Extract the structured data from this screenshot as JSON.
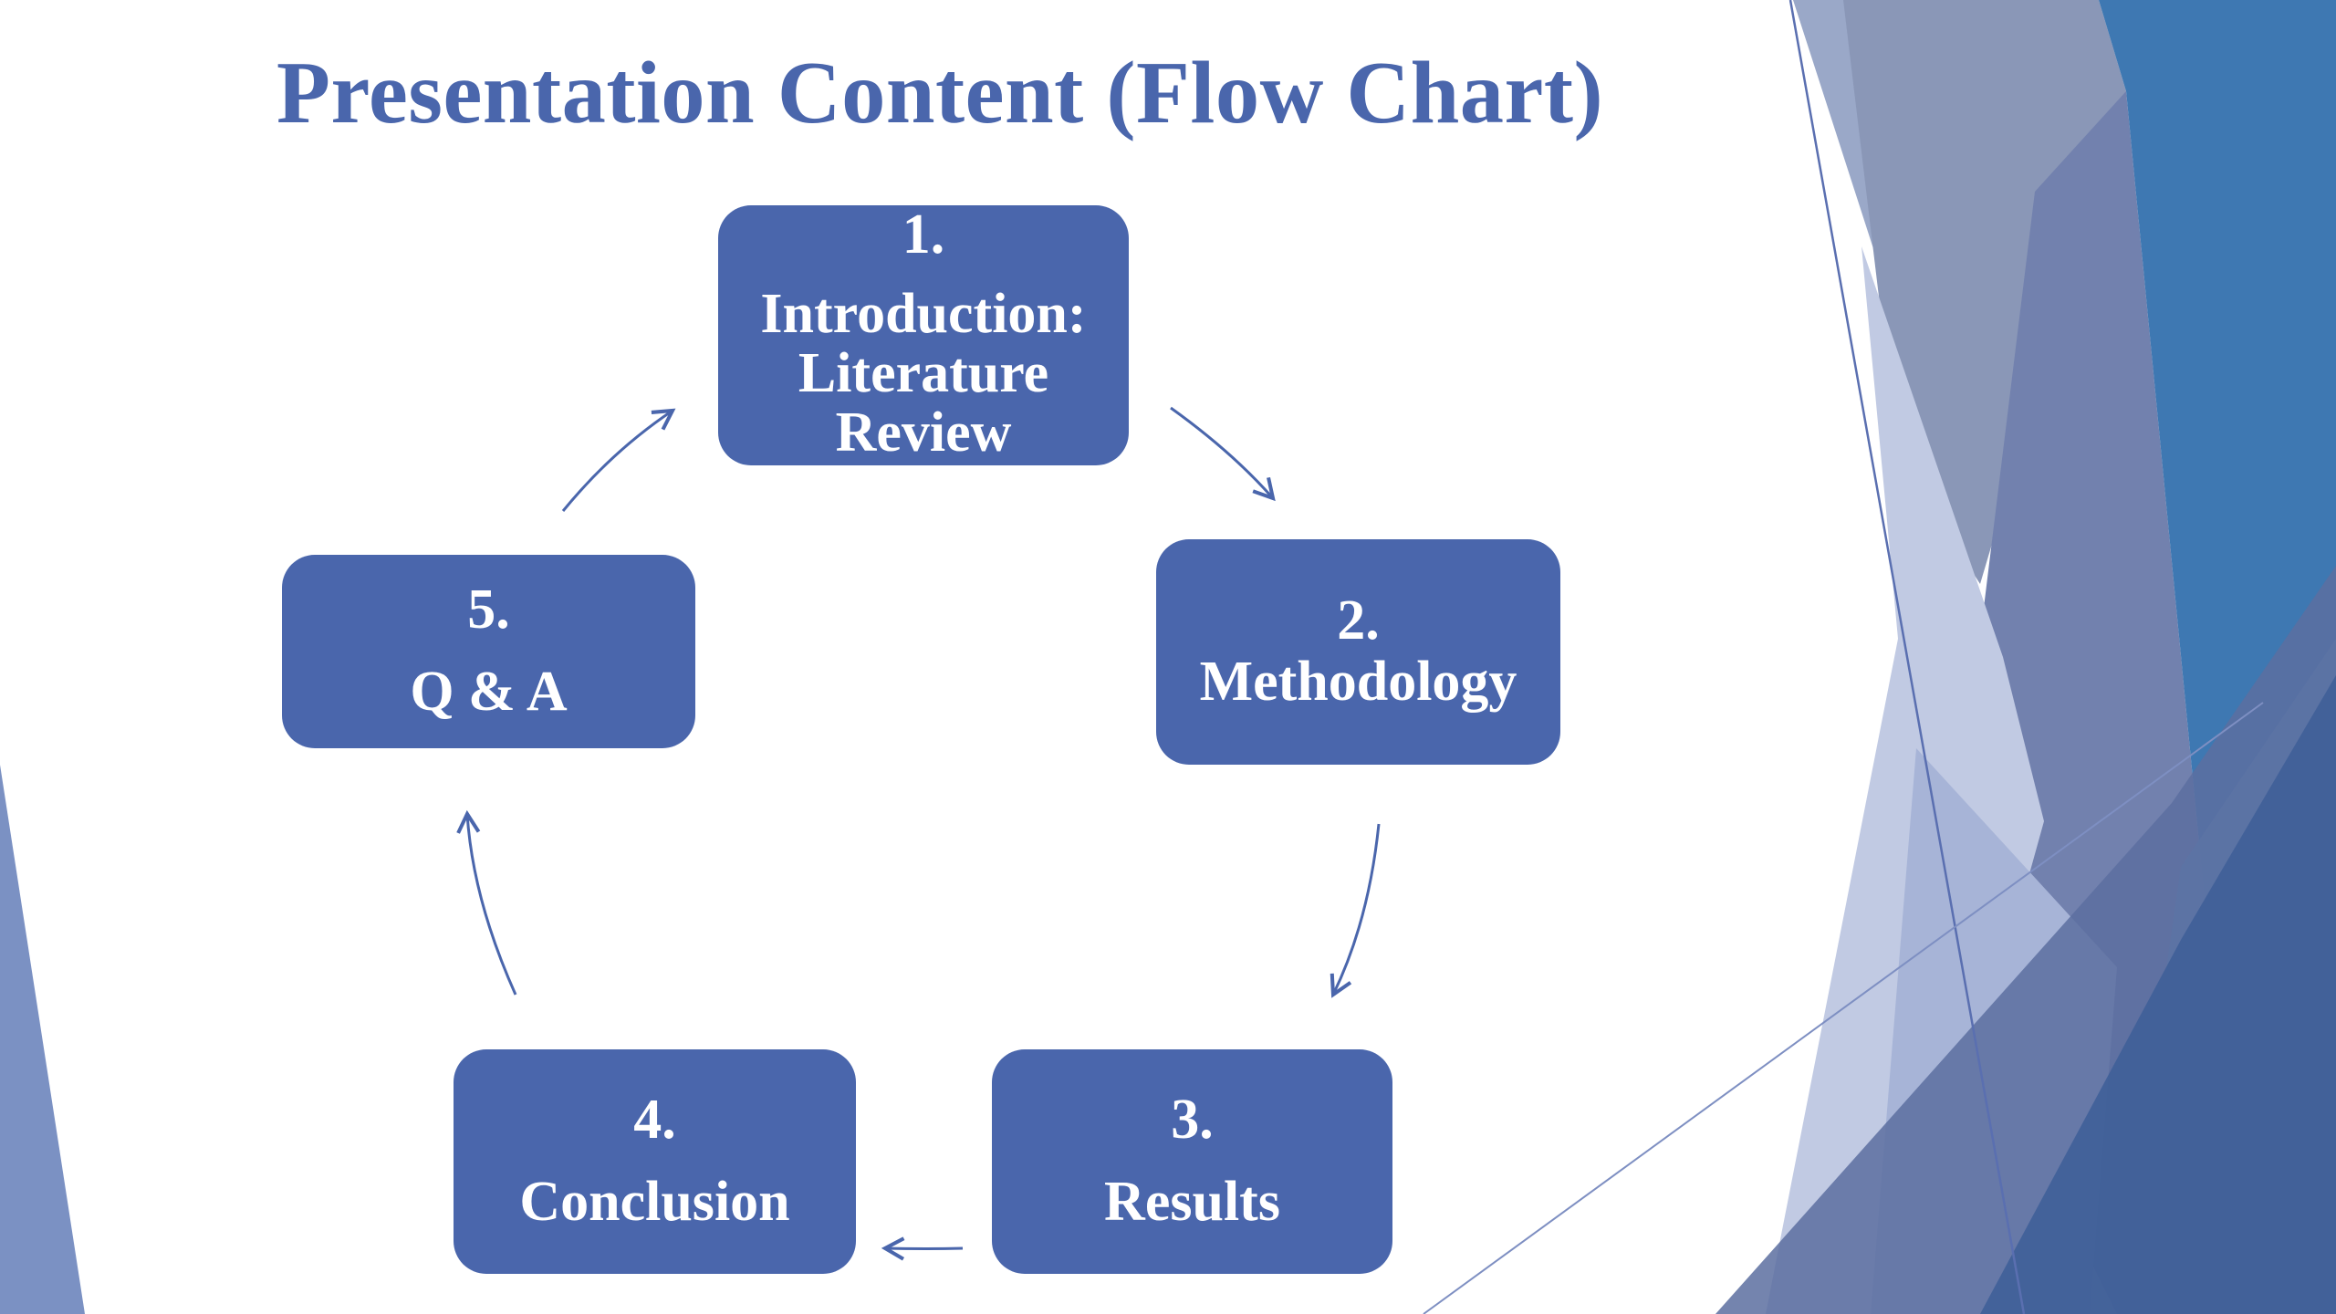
{
  "slide": {
    "title": "Presentation Content (Flow Chart)"
  },
  "colors": {
    "title": "#4A66AC",
    "box_fill": "#4A66AC",
    "box_text": "#FFFFFF",
    "arrow": "#4A66AC",
    "background": "#FFFFFF"
  },
  "steps": [
    {
      "number": "1.",
      "label_lines": [
        "Introduction:",
        "Literature",
        "Review"
      ]
    },
    {
      "number": "2.",
      "label_lines": [
        "Methodology"
      ]
    },
    {
      "number": "3.",
      "label_lines": [
        "Results"
      ]
    },
    {
      "number": "4.",
      "label_lines": [
        "Conclusion"
      ]
    },
    {
      "number": "5.",
      "label_lines": [
        "Q & A"
      ]
    }
  ],
  "flow": [
    {
      "from": 1,
      "to": 2
    },
    {
      "from": 2,
      "to": 3
    },
    {
      "from": 3,
      "to": 4
    },
    {
      "from": 4,
      "to": 5
    },
    {
      "from": 5,
      "to": 1
    }
  ]
}
